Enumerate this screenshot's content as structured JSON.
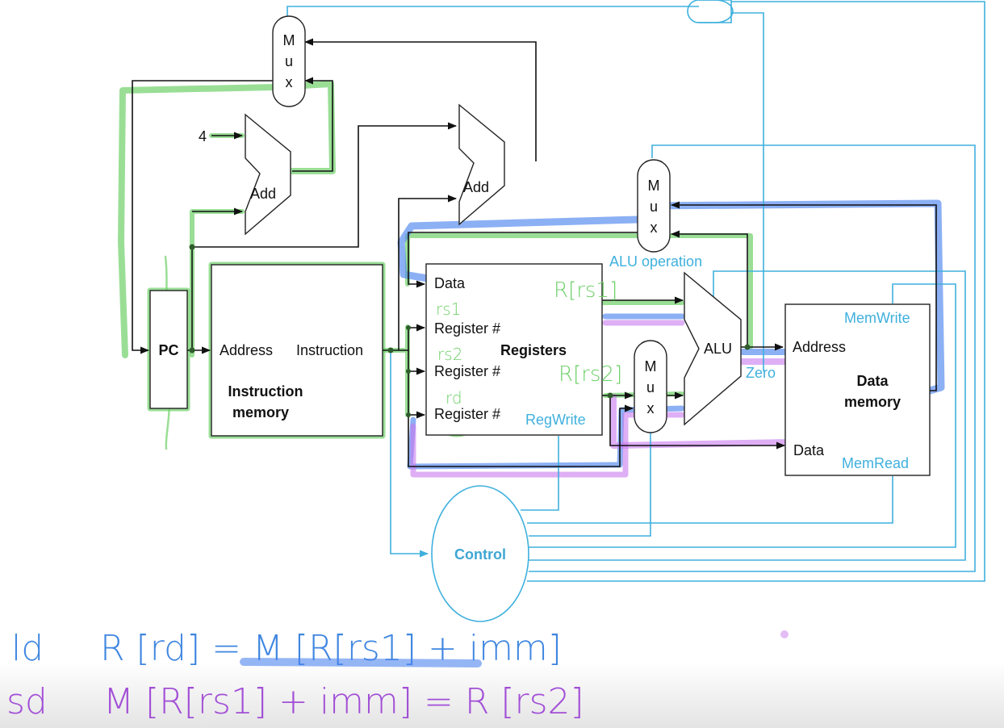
{
  "diagram": {
    "title": "Single-cycle datapath with control",
    "components": {
      "pc": "PC",
      "adder_pc4": "Add",
      "adder_branch": "Add",
      "constant_four": "4",
      "mux_pc": [
        "M",
        "u",
        "x"
      ],
      "mux_writeback": [
        "M",
        "u",
        "x"
      ],
      "mux_alusrc": [
        "M",
        "u",
        "x"
      ],
      "instruction_memory": {
        "port_address": "Address",
        "port_instruction": "Instruction",
        "title_line1": "Instruction",
        "title_line2": "memory"
      },
      "registers": {
        "port_data": "Data",
        "port_reg1": "Register #",
        "port_reg2": "Register #",
        "port_reg3": "Register #",
        "title": "Registers"
      },
      "alu": "ALU",
      "data_memory": {
        "port_address": "Address",
        "port_data": "Data",
        "title_line1": "Data",
        "title_line2": "memory"
      },
      "control": "Control"
    },
    "control_signals": {
      "alu_operation": "ALU operation",
      "zero": "Zero",
      "reg_write": "RegWrite",
      "mem_write": "MemWrite",
      "mem_read": "MemRead"
    },
    "annotations": {
      "rs1_port": "rs1",
      "rs2_port": "rs2",
      "rd_port": "rd",
      "read_out1": "R[rs1]",
      "read_out2": "R[rs2]"
    },
    "colors": {
      "wire": "#111111",
      "control": "#3fb0dd",
      "highlight_green": "#6fd06a",
      "highlight_blue": "#4f86ee",
      "highlight_purple": "#c879ee"
    }
  },
  "equations": [
    {
      "op": "ld",
      "expr": "R [rd] = M [R[rs1] + imm]",
      "color": "#3f86e0"
    },
    {
      "op": "sd",
      "expr": "M [R[rs1] + imm] = R [rs2]",
      "color": "#a24fd6"
    }
  ]
}
